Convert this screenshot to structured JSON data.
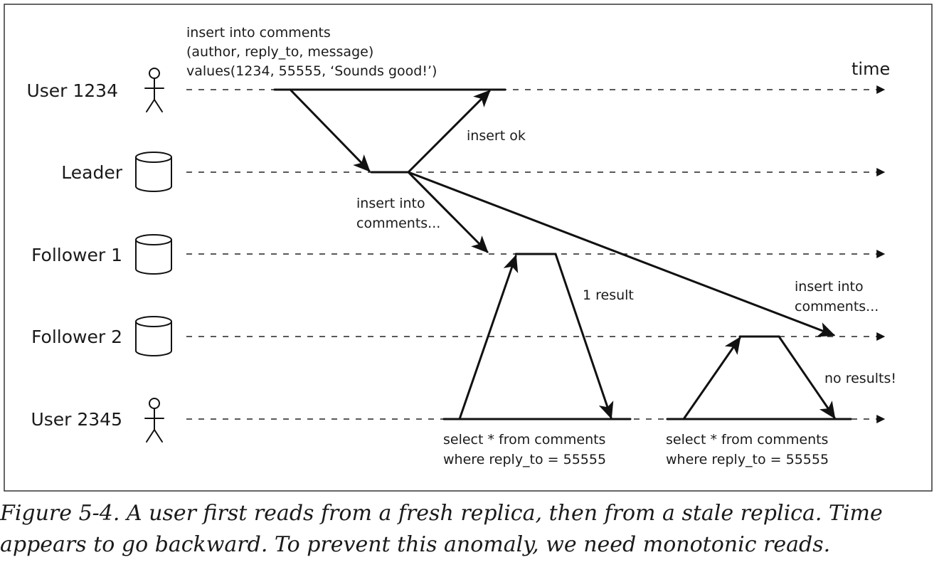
{
  "lanes": {
    "user1234": {
      "label": "User 1234",
      "icon": "stick-figure-icon"
    },
    "leader": {
      "label": "Leader",
      "icon": "database-cylinder-icon"
    },
    "follower1": {
      "label": "Follower 1",
      "icon": "database-cylinder-icon"
    },
    "follower2": {
      "label": "Follower 2",
      "icon": "database-cylinder-icon"
    },
    "user2345": {
      "label": "User 2345",
      "icon": "stick-figure-icon"
    }
  },
  "time_label": "time",
  "notes": {
    "insert_query": [
      "insert into comments",
      "(author, reply_to, message)",
      "values(1234, 55555, ‘Sounds good!’)"
    ],
    "insert_ok": "insert ok",
    "replicate_f1": [
      "insert into",
      "comments..."
    ],
    "replicate_f2": [
      "insert into",
      "comments..."
    ],
    "one_result": "1 result",
    "no_results": "no results!",
    "select_query_1": [
      "select * from comments",
      "where reply_to = 55555"
    ],
    "select_query_2": [
      "select * from comments",
      "where reply_to = 55555"
    ]
  },
  "caption": "Figure 5-4. A user first reads from a fresh replica, then from a stale replica. Time appears to go backward. To prevent this anomaly, we need monotonic reads."
}
